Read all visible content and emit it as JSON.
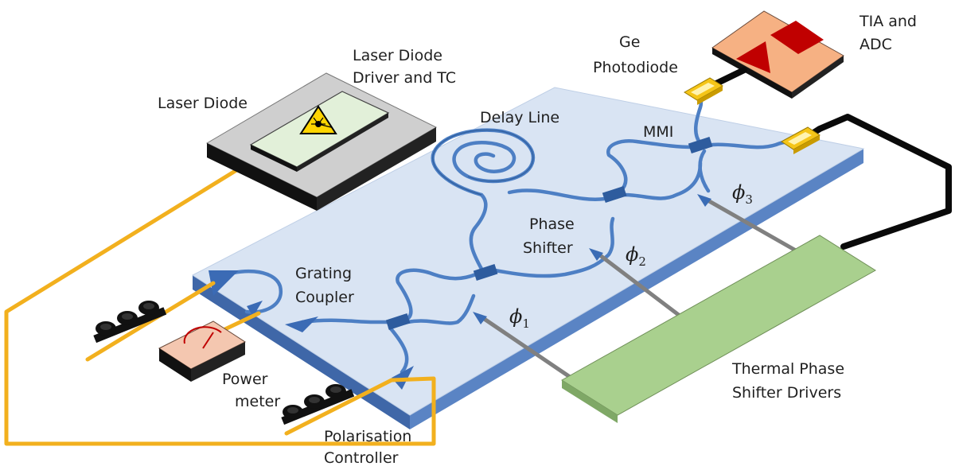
{
  "labels": {
    "laser_diode": "Laser Diode",
    "driver_line1": "Laser Diode",
    "driver_line2": "Driver and TC",
    "ge_line1": "Ge",
    "ge_line2": "Photodiode",
    "tia_line1": "TIA and",
    "tia_line2": "ADC",
    "delay_line": "Delay Line",
    "mmi": "MMI",
    "phase_line1": "Phase",
    "phase_line2": "Shifter",
    "grating_line1": "Grating",
    "grating_line2": "Coupler",
    "power_line1": "Power",
    "power_line2": "meter",
    "polar_line1": "Polarisation",
    "polar_line2": "Controller",
    "thermal_line1": "Thermal Phase",
    "thermal_line2": "Shifter Drivers"
  },
  "phase_symbols": {
    "phi1": {
      "symbol": "ϕ",
      "sub": "1"
    },
    "phi2": {
      "symbol": "ϕ",
      "sub": "2"
    },
    "phi3": {
      "symbol": "ϕ",
      "sub": "3"
    }
  },
  "colors": {
    "chip_top": "#d9e4f3",
    "chip_side": "#4a74b8",
    "waveguide": "#4d7fc4",
    "fiber": "#f2b01e",
    "thermal_driver": "#a9d08e",
    "tia_box": "#f6b183",
    "tia_shape": "#c00000",
    "power_meter": "#f4c7b0",
    "laser_screen": "#e2f0d9",
    "laser_warning": "#ffd500",
    "photodiode": "#f5c518"
  },
  "icons": {
    "laser_warning": "laser-warning-icon",
    "power_gauge": "gauge-icon"
  }
}
